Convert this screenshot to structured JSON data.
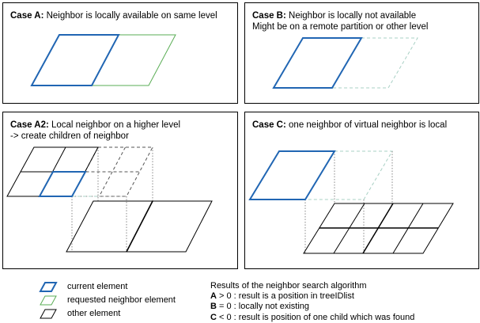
{
  "colors": {
    "current": "#2166b3",
    "requested": "#5aad55",
    "requested_light": "#a8d0c4",
    "other": "#000000",
    "dashed": "#555555"
  },
  "panels": {
    "a": {
      "tag": "Case A:",
      "line1": "Neighbor is locally available on same level",
      "line2": ""
    },
    "b": {
      "tag": "Case B:",
      "line1": "Neighbor is locally not available",
      "line2": "Might be on a remote partition or other level"
    },
    "a2": {
      "tag": "Case A2:",
      "line1": "Local neighbor on a higher level",
      "line2": "-> create children of neighbor"
    },
    "c": {
      "tag": "Case C:",
      "line1": "one neighbor of virtual neighbor is local",
      "line2": ""
    }
  },
  "legend": {
    "current": "current element",
    "requested": "requested neighbor element",
    "other": "other element"
  },
  "results": {
    "title": "Results of the neighbor search algorithm",
    "r1_key": "A",
    "r1_text": " > 0 : result is a position in treeIDlist",
    "r2_key": "B",
    "r2_text": " = 0 : locally not existing",
    "r3_key": "C",
    "r3_text": " < 0 : result is position of one child which was found"
  }
}
